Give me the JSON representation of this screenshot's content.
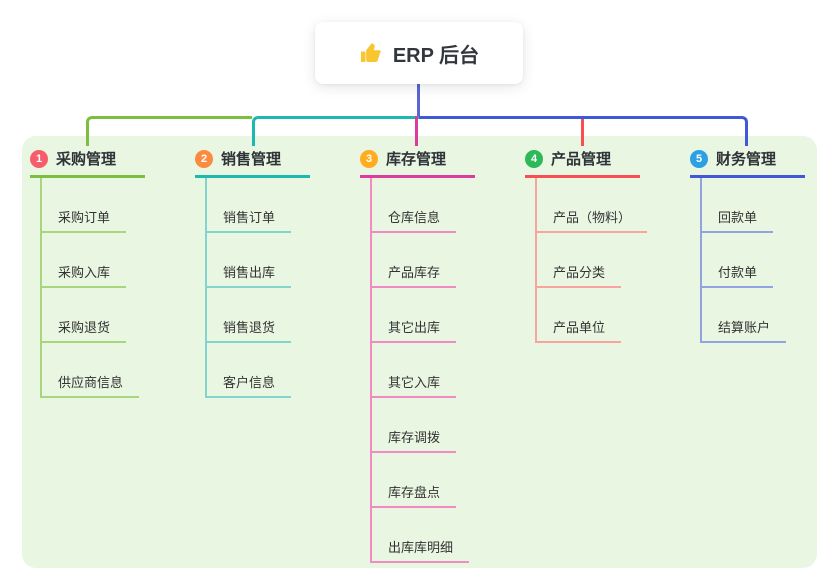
{
  "root": {
    "icon_name": "thumbs-up",
    "title": "ERP 后台"
  },
  "colors": {
    "root_line": "#5866D6",
    "panel_bg": "#E8F6E2",
    "emoji_yellow": "#F7C631"
  },
  "branches": [
    {
      "num": "1",
      "title": "采购管理",
      "badge_color": "#F75C6B",
      "line_color": "#7CBE3F",
      "child_line_color": "#A8D57E",
      "children": [
        "采购订单",
        "采购入库",
        "采购退货",
        "供应商信息"
      ]
    },
    {
      "num": "2",
      "title": "销售管理",
      "badge_color": "#FB8B40",
      "line_color": "#1BB9AE",
      "child_line_color": "#83D4CD",
      "children": [
        "销售订单",
        "销售出库",
        "销售退货",
        "客户信息"
      ]
    },
    {
      "num": "3",
      "title": "库存管理",
      "badge_color": "#FFAD1F",
      "line_color": "#DB3D9D",
      "child_line_color": "#F08BC4",
      "children": [
        "仓库信息",
        "产品库存",
        "其它出库",
        "其它入库",
        "库存调拨",
        "库存盘点",
        "出库库明细"
      ]
    },
    {
      "num": "4",
      "title": "产品管理",
      "badge_color": "#2EB958",
      "line_color": "#F74F52",
      "child_line_color": "#FAA49F",
      "children": [
        "产品（物料）",
        "产品分类",
        "产品单位"
      ]
    },
    {
      "num": "5",
      "title": "财务管理",
      "badge_color": "#2CA0E5",
      "line_color": "#4159D8",
      "child_line_color": "#93A3DF",
      "children": [
        "回款单",
        "付款单",
        "结算账户"
      ]
    }
  ]
}
